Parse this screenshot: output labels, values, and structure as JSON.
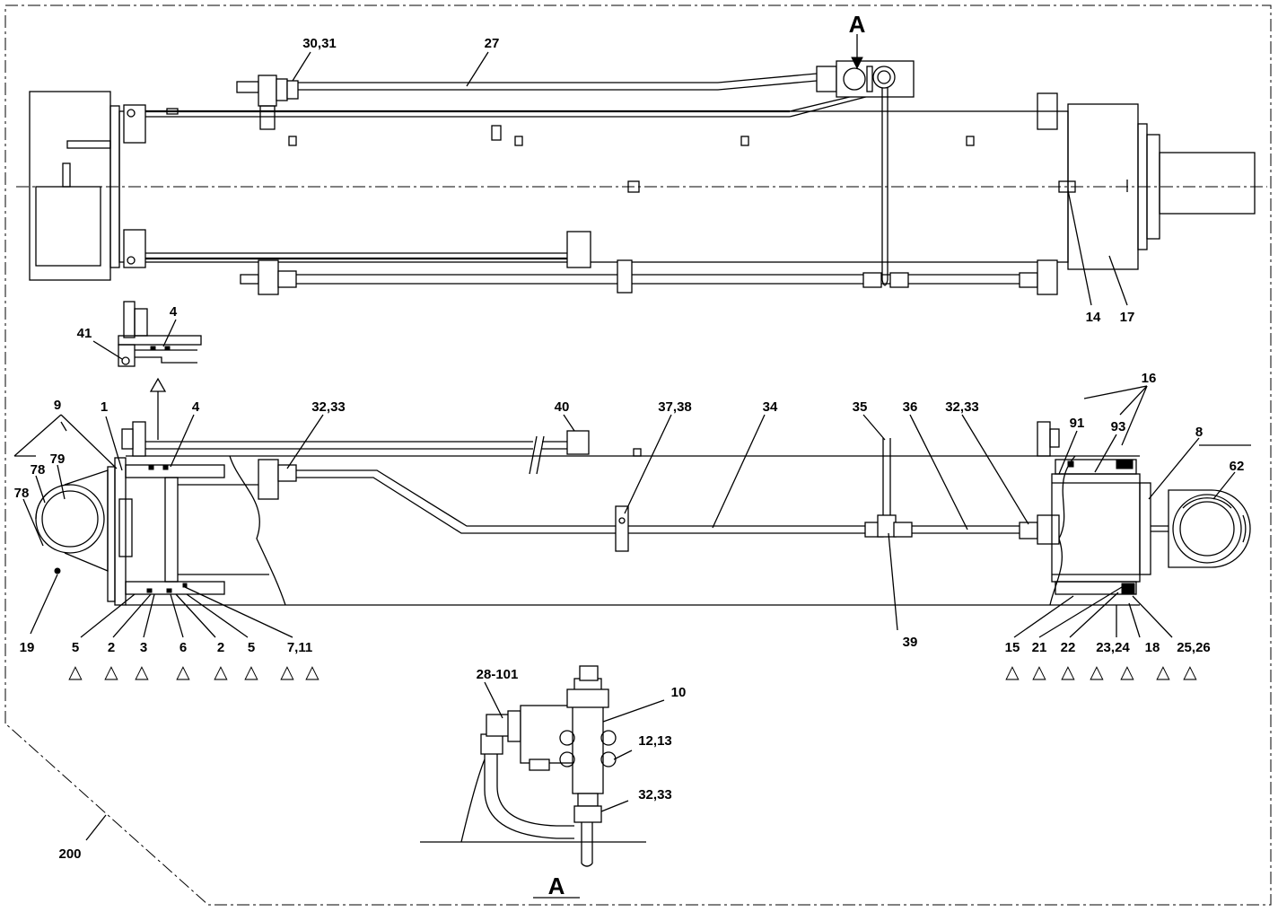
{
  "view_label": "A",
  "section_label": "A",
  "top_view_labels": {
    "l_30_31": "30,31",
    "l_27": "27",
    "l_14": "14",
    "l_17": "17"
  },
  "detail_labels": {
    "l_4": "4",
    "l_41": "41"
  },
  "main_view_labels": {
    "l_9": "9",
    "l_1": "1",
    "l_4": "4",
    "l_32_33_a": "32,33",
    "l_40": "40",
    "l_37_38": "37,38",
    "l_34": "34",
    "l_35": "35",
    "l_36": "36",
    "l_32_33_b": "32,33",
    "l_16": "16",
    "l_91": "91",
    "l_93": "93",
    "l_8": "8",
    "l_62": "62",
    "l_79": "79",
    "l_78_a": "78",
    "l_78_b": "78",
    "l_19": "19",
    "l_39": "39"
  },
  "bottom_left_labels": {
    "l_5a": "5",
    "l_2a": "2",
    "l_3": "3",
    "l_6": "6",
    "l_2b": "2",
    "l_5b": "5",
    "l_7_11": "7,11"
  },
  "bottom_right_labels": {
    "l_15": "15",
    "l_21": "21",
    "l_22": "22",
    "l_23_24": "23,24",
    "l_18": "18",
    "l_25_26": "25,26"
  },
  "section_a_labels": {
    "l_28_101": "28-101",
    "l_10": "10",
    "l_12_13": "12,13",
    "l_32_33": "32,33"
  },
  "l_200": "200",
  "triangle_glyph": "△"
}
